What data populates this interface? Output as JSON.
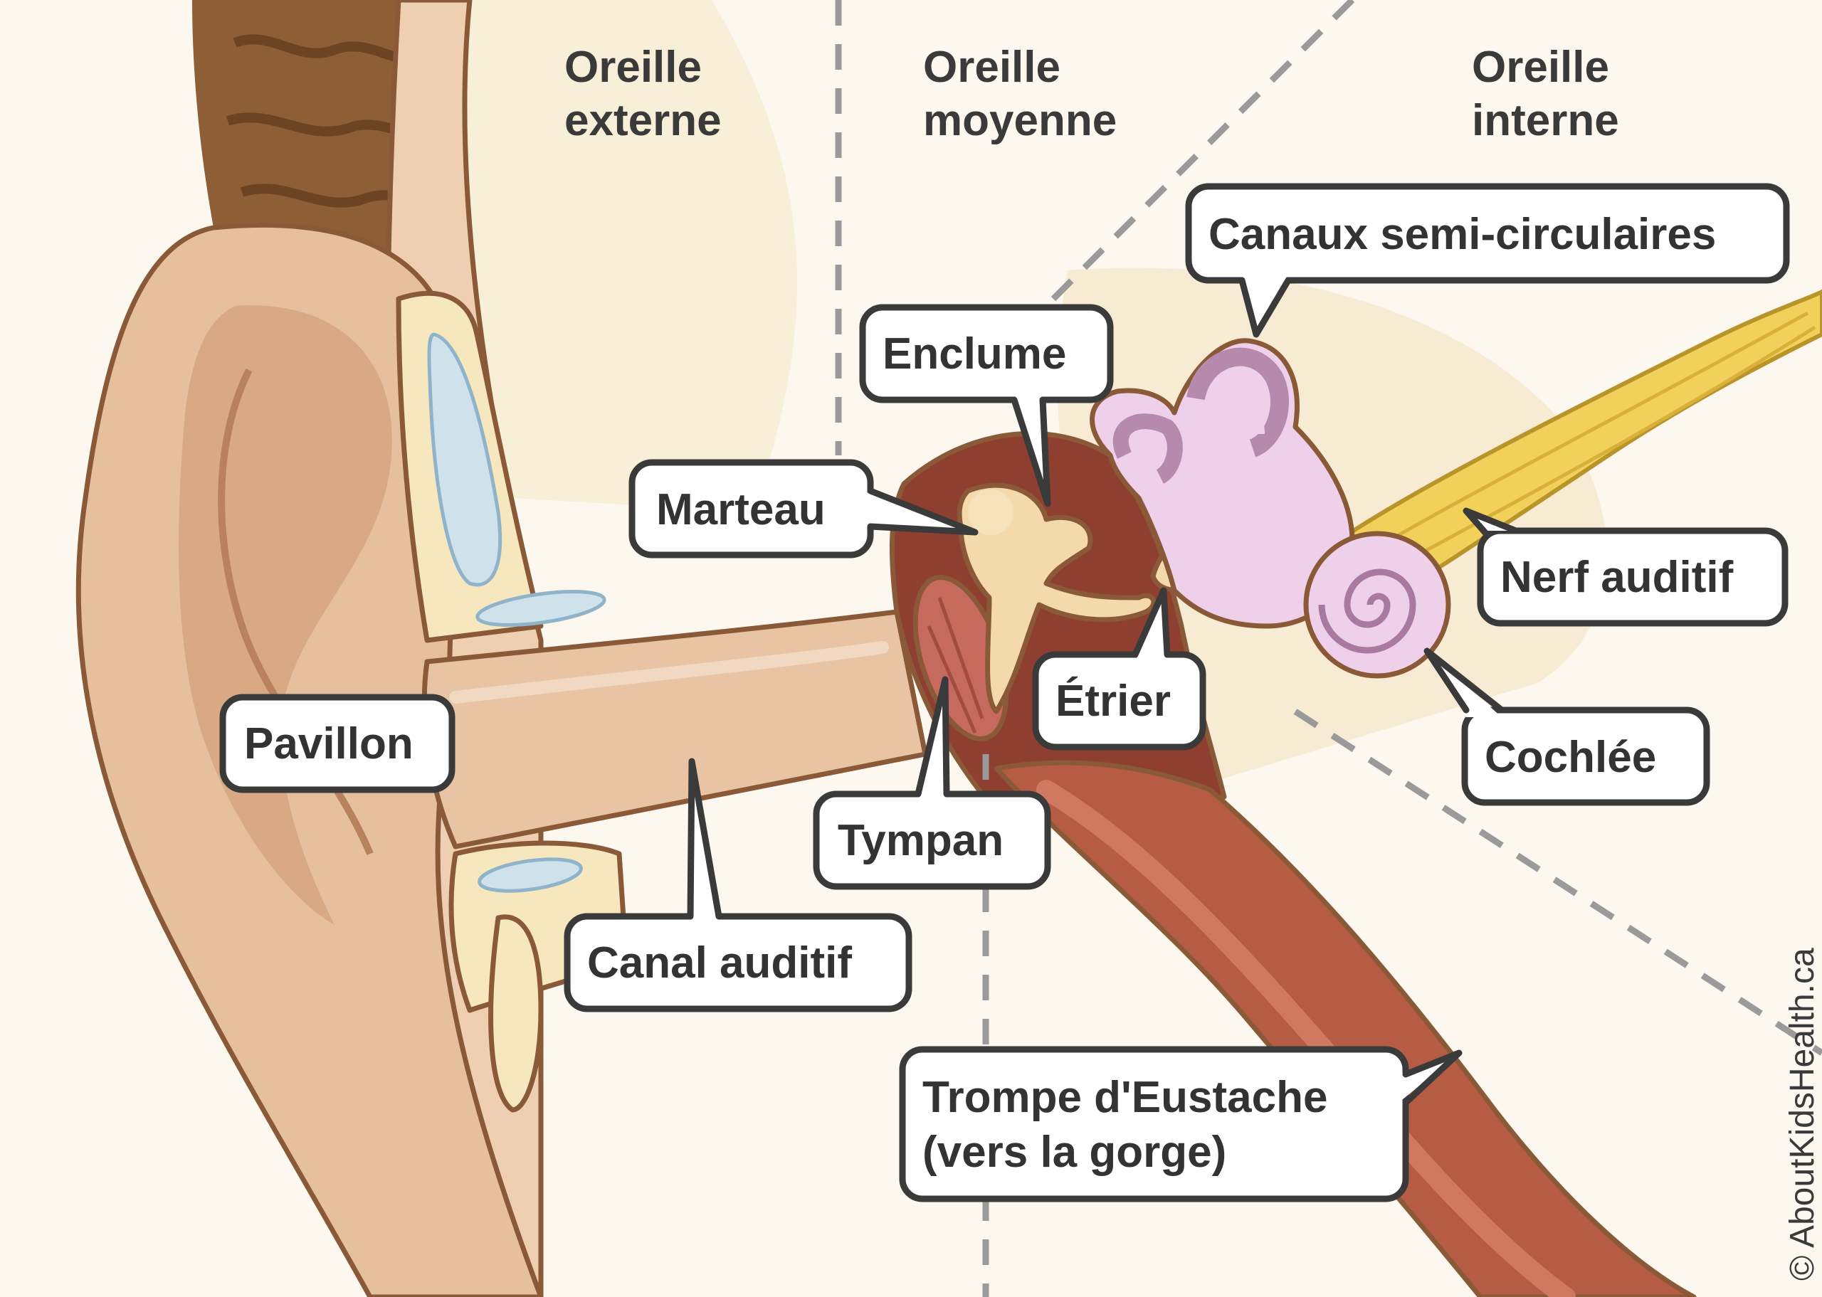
{
  "regions": {
    "outer": [
      "Oreille",
      "externe"
    ],
    "middle": [
      "Oreille",
      "moyenne"
    ],
    "inner": [
      "Oreille",
      "interne"
    ]
  },
  "labels": {
    "semicircular_canals": "Canaux semi-circulaires",
    "incus": "Enclume",
    "malleus": "Marteau",
    "auditory_nerve": "Nerf auditif",
    "stapes": "Étrier",
    "cochlea": "Cochlée",
    "pinna": "Pavillon",
    "eardrum": "Tympan",
    "ear_canal": "Canal auditif",
    "eustachian_tube": [
      "Trompe d'Eustache",
      "(vers la gorge)"
    ]
  },
  "copyright": "© AboutKidsHealth.ca",
  "colors": {
    "background": "#fdf8ef",
    "skin": "#e8c4a4",
    "hair": "#8e5e36",
    "bone": "#f7ebc8",
    "tube": "#b65c45",
    "inner_ear": "#efd0ea",
    "nerve": "#f2d15a",
    "callout_border": "#3a3a3a"
  }
}
